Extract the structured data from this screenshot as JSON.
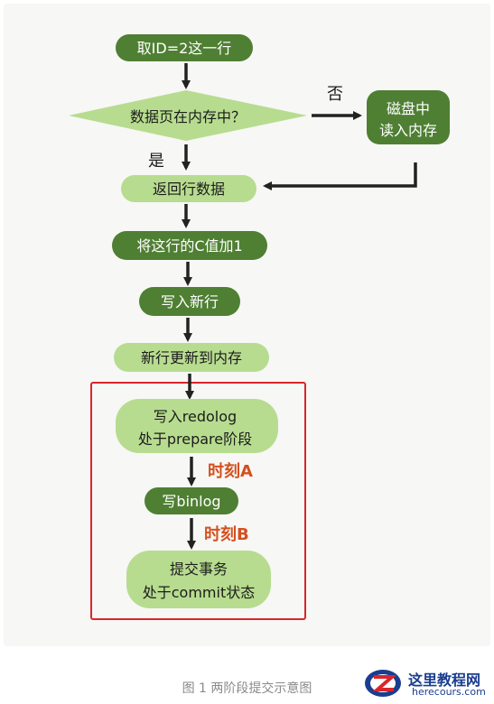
{
  "diagram": {
    "nodes": {
      "fetch_row": "取ID=2这一行",
      "in_memory_question": "数据页在内存中？",
      "disk_read_line1": "磁盘中",
      "disk_read_line2": "读入内存",
      "return_row": "返回行数据",
      "add_one": "将这行的C值加1",
      "write_row": "写入新行",
      "update_memory": "新行更新到内存",
      "redolog_prepare_line1": "写入redolog",
      "redolog_prepare_line2": "处于prepare阶段",
      "write_binlog": "写binlog",
      "commit_line1": "提交事务",
      "commit_line2": "处于commit状态"
    },
    "edge_labels": {
      "no": "否",
      "yes": "是"
    },
    "moments": {
      "a": "时刻A",
      "b": "时刻B"
    },
    "colors": {
      "dark_green": "#4f7f33",
      "light_green": "#b7dc8f",
      "arrow": "#222222",
      "highlight_border": "#d8262b",
      "moment_text": "#d4501e"
    }
  },
  "caption": "图 1 两阶段提交示意图",
  "watermark": {
    "title": "这里教程网",
    "url": "herecours.com"
  }
}
